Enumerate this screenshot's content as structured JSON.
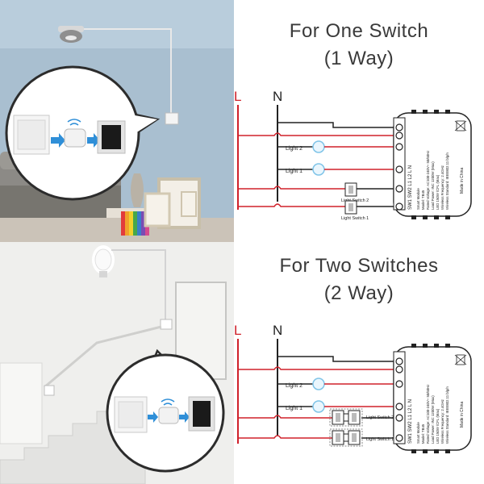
{
  "one_switch": {
    "title_line1": "For One Switch",
    "title_line2": "(1 Way)",
    "live_label": "L",
    "neutral_label": "N",
    "light_2": "Light 2",
    "light_1": "Light 1",
    "switch_2": "Light Switch 2",
    "switch_1": "Light Switch 1",
    "module_terminals": "SW1 SW2 L1 L2 L N",
    "module_name": "Smart Module",
    "module_model": "Model: TB45",
    "module_voltage": "Rated Voltage: AC100-240V~ 50/60Hz",
    "module_load": "Load Power: INC 1200W (Max)",
    "module_led": "LED 150W /CFL (Max)",
    "module_freq": "Wireless Frequency: 2.4GHz",
    "module_std": "Wireless Standard: IEEE802.11 b/g/n",
    "module_origin": "Made in China"
  },
  "two_switches": {
    "title_line1": "For Two Switches",
    "title_line2": "(2 Way)",
    "live_label": "L",
    "neutral_label": "N",
    "light_2": "Light 2",
    "light_1": "Light 1",
    "switch_2": "Light Switch 2",
    "switch_1": "Light Switch 1",
    "module_terminals": "SW1 SW2 L1 L2 L N",
    "module_name": "Smart Module",
    "module_model": "Model: TB45",
    "module_voltage": "Rated Voltage: AC100-240V~ 50/60Hz",
    "module_load": "Load Power: INC 1200W (Max)",
    "module_led": "LED 150W /CFL (Max)",
    "module_freq": "Wireless Frequency: 2.4GHz",
    "module_std": "Wireless Standard: IEEE802.11 b/g/n",
    "module_origin": "Made in China"
  },
  "colors": {
    "live_wire": "#d0202a",
    "neutral_wire": "#222222",
    "title_text": "#3a3a3a",
    "wall_top": "#a9bfd0",
    "wall_bottom": "#efefed",
    "bulb_glow": "#7fc4e8"
  }
}
